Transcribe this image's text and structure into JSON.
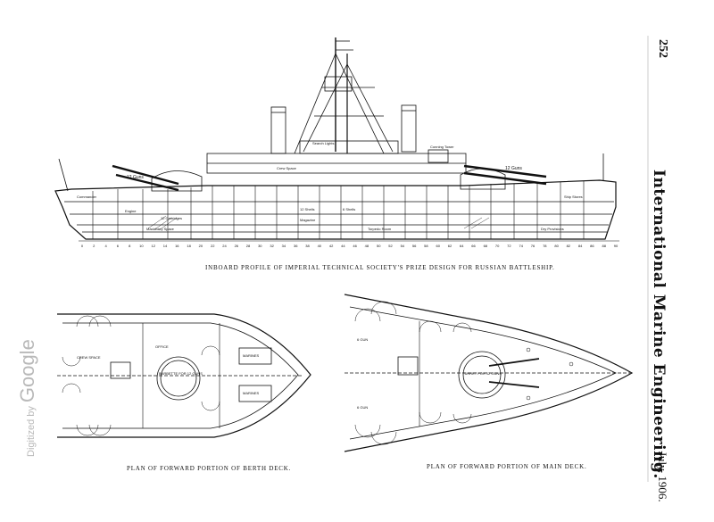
{
  "header": {
    "page_number": "252",
    "journal_title": "International Marine Engineering.",
    "issue_date": "July, 1906."
  },
  "watermark": {
    "prefix": "Digitized by",
    "brand": "Google"
  },
  "captions": {
    "inboard_profile": "INBOARD PROFILE OF IMPERIAL TECHNICAL SOCIETY'S PRIZE DESIGN FOR RUSSIAN BATTLESHIP.",
    "berth_deck": "PLAN OF FORWARD PORTION OF BERTH DECK.",
    "main_deck": "PLAN OF FORWARD PORTION OF MAIN DECK."
  },
  "profile_labels": {
    "guns_12": "12 Guns",
    "guns_12_fwd": "12 Guns",
    "conning_tower": "Conning Tower",
    "search_lights": "Search Lights",
    "crew_space": "Crew Space",
    "shells_12": "12 Shells",
    "shells_6": "6 Shells",
    "cartridges_12": "12 Cartridges",
    "magazine": "Magazine",
    "engine": "Engine",
    "machinery_space": "Machinery Space",
    "ship_stores": "Ship Stores",
    "dry_provisions": "Dry Provisions",
    "torpedo_room": "Torpedo Room",
    "commander": "Commander"
  },
  "frame_numbers": [
    "0",
    "2",
    "4",
    "6",
    "8",
    "10",
    "12",
    "14",
    "16",
    "18",
    "20",
    "22",
    "24",
    "26",
    "28",
    "30",
    "32",
    "34",
    "36",
    "38",
    "40",
    "42",
    "44",
    "46",
    "48",
    "50",
    "52",
    "54",
    "56",
    "58",
    "60",
    "62",
    "64",
    "66",
    "68",
    "70",
    "72",
    "74",
    "76",
    "78",
    "80",
    "82",
    "84",
    "86",
    "88",
    "90"
  ],
  "berth_plan_labels": {
    "crew_space": "CREW SPACE",
    "office": "OFFICE",
    "barbette": "BARBETTE FOR 12 GUNS",
    "marines": "MARINES",
    "marines2": "MARINES"
  },
  "main_plan_labels": {
    "turret": "TURRET FOR 12 GUNS",
    "guns_a": "6 GUN",
    "guns_b": "6 GUN"
  }
}
